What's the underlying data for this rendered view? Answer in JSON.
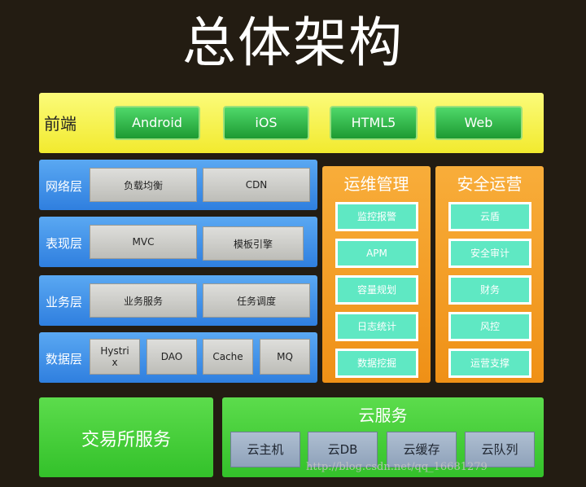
{
  "title": "总体架构",
  "frontend": {
    "label": "前端",
    "items": [
      "Android",
      "iOS",
      "HTML5",
      "Web"
    ]
  },
  "layers": [
    {
      "label": "网络层",
      "items": [
        "负载均衡",
        "CDN"
      ]
    },
    {
      "label": "表现层",
      "items": [
        "MVC",
        "模板引擎"
      ]
    },
    {
      "label": "业务层",
      "items": [
        "业务服务",
        "任务调度"
      ]
    },
    {
      "label": "数据层",
      "items": [
        "Hystrix",
        "DAO",
        "Cache",
        "MQ"
      ]
    }
  ],
  "ops": {
    "title": "运维管理",
    "items": [
      "监控报警",
      "APM",
      "容量规划",
      "日志统计",
      "数据挖掘"
    ]
  },
  "security": {
    "title": "安全运营",
    "items": [
      "云盾",
      "安全审计",
      "财务",
      "风控",
      "运营支撑"
    ]
  },
  "exchange": {
    "label": "交易所服务"
  },
  "cloud": {
    "title": "云服务",
    "items": [
      "云主机",
      "云DB",
      "云缓存",
      "云队列"
    ]
  },
  "watermark": "http://blog.csdn.net/qq_16681279",
  "colors": {
    "background": "#231c12",
    "frontend": "#f4ee3a",
    "layer": "#3d8ee6",
    "ops": "#f39c1f",
    "service": "#44c83a"
  }
}
